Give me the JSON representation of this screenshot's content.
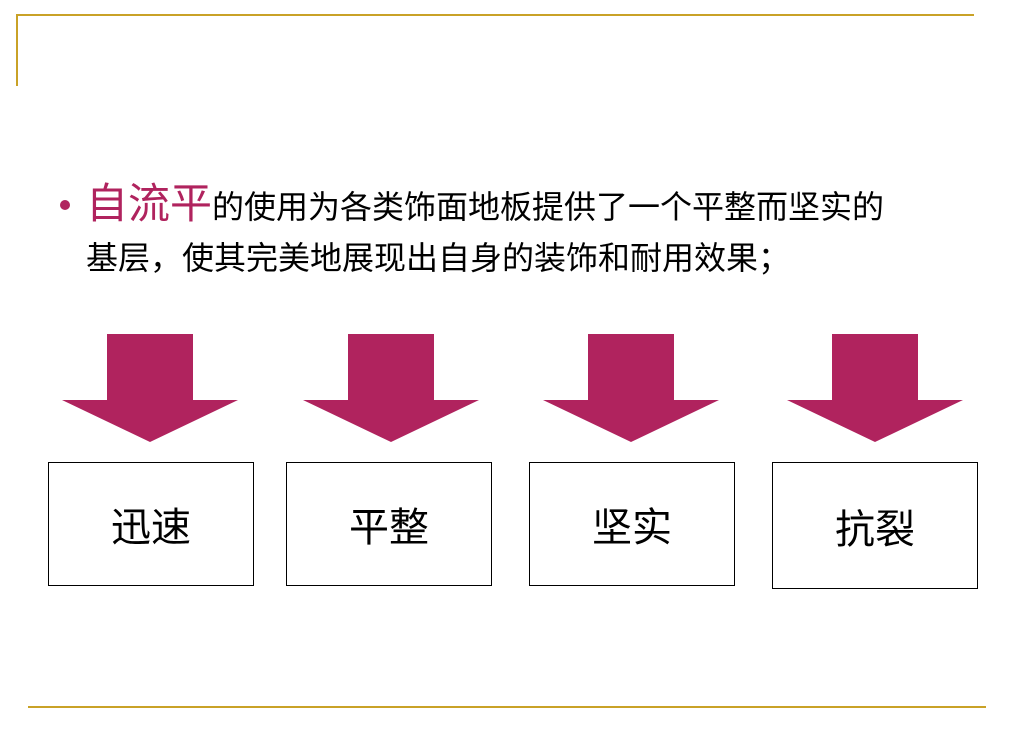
{
  "slide": {
    "bullet": {
      "highlight": "自流平",
      "line1_rest": "的使用为各类饰面地板提供了一个平整而坚实的",
      "line2": "基层，使其完美地展现出自身的装饰和耐用效果；"
    },
    "boxes": [
      {
        "label": "迅速"
      },
      {
        "label": "平整"
      },
      {
        "label": "坚实"
      },
      {
        "label": "抗裂"
      }
    ]
  },
  "colors": {
    "accent": "#b0235e",
    "rule": "#c9a227",
    "text": "#000000"
  }
}
